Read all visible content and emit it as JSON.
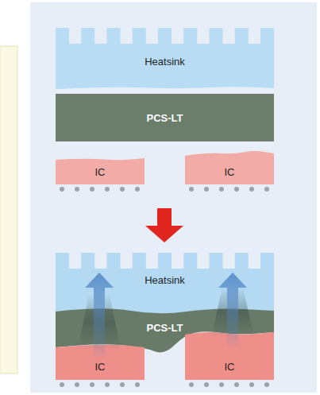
{
  "diagram": {
    "nodes": [
      {
        "text": [
          "Heatsink"
        ]
      },
      {
        "text": [
          "PCS-LT"
        ]
      },
      {
        "text": [
          "IC"
        ]
      },
      {
        "text": [
          "IC"
        ]
      },
      {
        "text": [
          "Heatsink"
        ]
      },
      {
        "text": [
          "PCS-LT"
        ]
      },
      {
        "text": [
          "IC"
        ]
      },
      {
        "text": [
          "IC"
        ]
      }
    ]
  }
}
